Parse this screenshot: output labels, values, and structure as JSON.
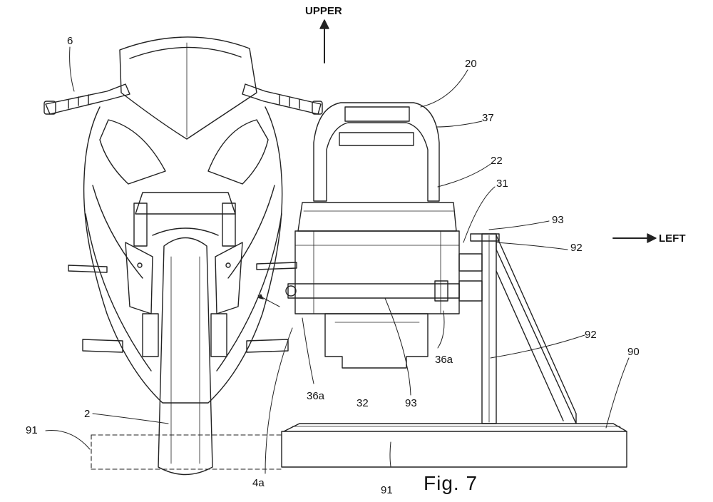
{
  "directions": {
    "upper": "UPPER",
    "left": "LEFT"
  },
  "figure_caption": "Fig. 7",
  "reference_numerals": {
    "handlebar": "6",
    "front_wheel": "2",
    "attachment_part": "4a",
    "ground_left": "91",
    "ground_bottom": "91",
    "battery_unit": "20",
    "handle": "37",
    "battery_case": "22",
    "case_body": "31",
    "battery_lower": "32",
    "bracket_upper": "93",
    "bracket_lower": "93",
    "post_upper": "92",
    "post_lower": "92",
    "stand_base": "90",
    "hook_left": "36a",
    "hook_right": "36a"
  }
}
